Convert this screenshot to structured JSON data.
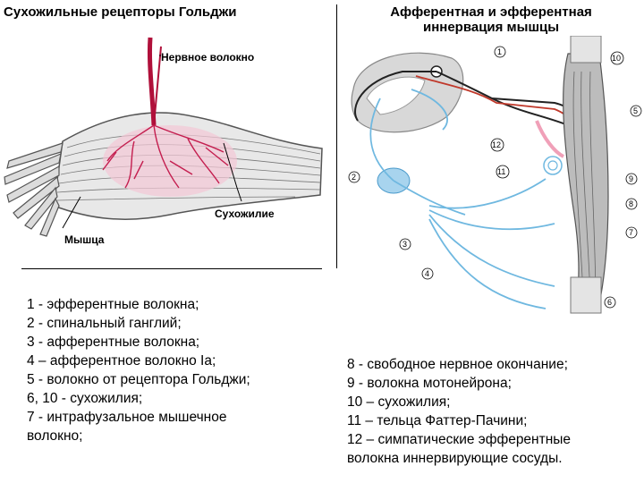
{
  "left_panel": {
    "title": "Сухожильные рецепторы Гольджи",
    "label_nerve": "Нервное волокно",
    "label_tendon": "Сухожилие",
    "label_muscle": "Мышца"
  },
  "right_panel": {
    "title_line1": "Афферентная и эфферентная",
    "title_line2": "иннервация мышцы",
    "markers": [
      "1",
      "2",
      "3",
      "4",
      "5",
      "6",
      "7",
      "8",
      "9",
      "10",
      "11",
      "12"
    ]
  },
  "legend_left": [
    "1 - эфферентные волокна;",
    "2 - спинальный ганглий;",
    "3 - афферентные волокна;",
    "4 – афферентное волокно Ia;",
    "5 - волокно от рецептора Гольджи;",
    "6, 10 - сухожилия;",
    "7 - интрафузальное мышечное",
    "волокно;"
  ],
  "legend_right": [
    "8 - свободное нервное окончание;",
    "9 - волокна мотонейрона;",
    "10 – сухожилия;",
    "11 – тельца Фаттер-Пачини;",
    "12 – симпатические эфферентные",
    "волокна иннервирующие сосуды."
  ],
  "colors": {
    "nerve": "#b0103a",
    "receptor": "#d94a78",
    "afferent": "#6fb8e0",
    "efferent": "#222222",
    "sympathetic": "#f0a0b8",
    "tissue": "#8a8a8a"
  }
}
